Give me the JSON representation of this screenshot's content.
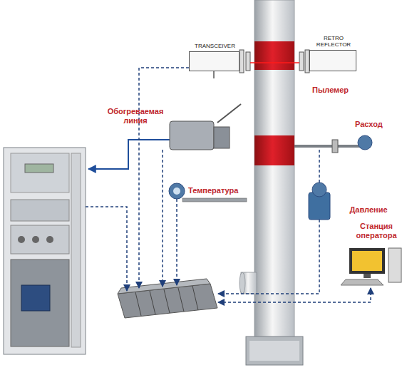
{
  "diagram": {
    "nodes": [
      {
        "text": [
          "TRANSCEIVER"
        ]
      },
      {
        "text": [
          "RETRO REFLECTOR"
        ]
      }
    ],
    "labels": [
      "Пылемер",
      "Обогреваемая линия",
      "Температура",
      "Расход",
      "Давление",
      "Станция оператора"
    ]
  }
}
